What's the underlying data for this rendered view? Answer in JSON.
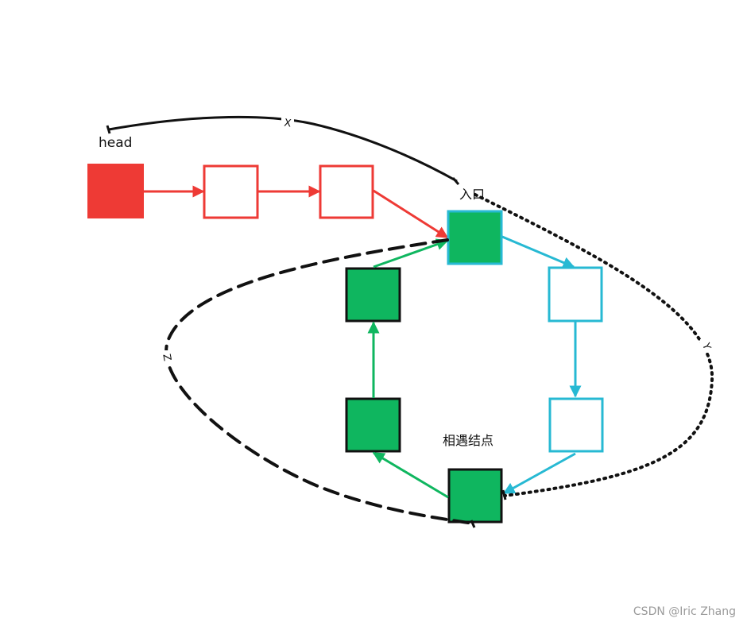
{
  "labels": {
    "head": "head",
    "entry": "入口",
    "meeting_node": "相遇结点",
    "x": "X",
    "y": "Y",
    "z": "Z",
    "watermark": "CSDN @Iric Zhang"
  },
  "colors": {
    "red": "#ee3a35",
    "green": "#0fb65f",
    "blue": "#27b9d3",
    "black": "#111111"
  }
}
